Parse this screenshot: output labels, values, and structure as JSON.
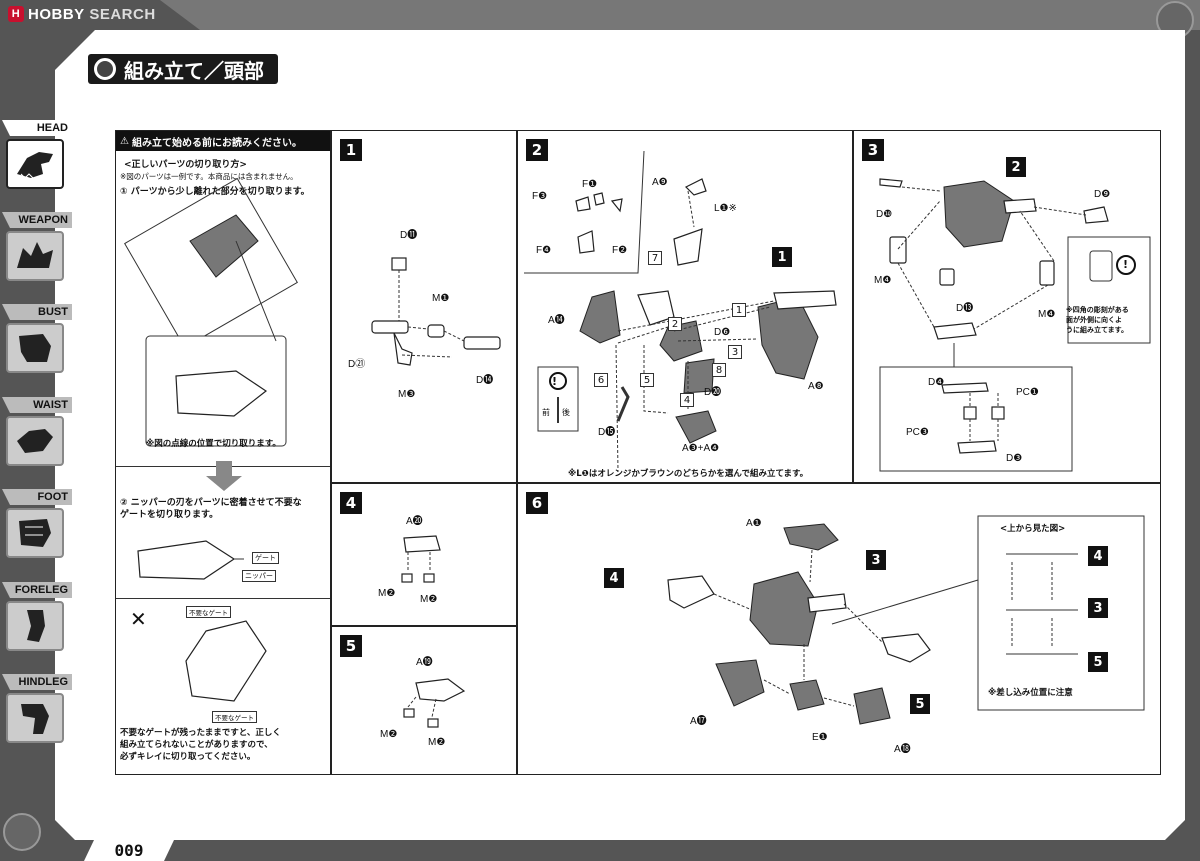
{
  "site_logo": {
    "mark": "H",
    "text_a": "HOBBY",
    "text_b": " SEARCH"
  },
  "title": "組み立て／頭部",
  "page_number": "009",
  "side_tabs": [
    {
      "label": "HEAD",
      "active": true
    },
    {
      "label": "WEAPON",
      "active": false
    },
    {
      "label": "BUST",
      "active": false
    },
    {
      "label": "WAIST",
      "active": false
    },
    {
      "label": "FOOT",
      "active": false
    },
    {
      "label": "FORELEG",
      "active": false
    },
    {
      "label": "HINDLEG",
      "active": false
    }
  ],
  "notes": {
    "header": "組み立て始める前にお読みください。",
    "subtitle": "<正しいパーツの切り取り方>",
    "disclaimer": "※図のパーツは一例です。本商品には含まれません。",
    "step1": "① パーツから少し離れた部分を切り取ります。",
    "dotted_note": "※図の点線の位置で切り取ります。",
    "step2": "② ニッパーの刃をパーツに密着させて不要な\nゲートを切り取ります。",
    "gate_label": "ゲート",
    "nipper_label": "ニッパー",
    "wrong_mark": "✕",
    "unneeded_gate": "不要なゲート",
    "warning": "不要なゲートが残ったままですと、正しく\n組み立てられないことがありますので、\n必ずキレイに切り取ってください。"
  },
  "steps": {
    "s1": {
      "num": "1",
      "parts": [
        "D⓫",
        "M❶",
        "D㉑",
        "M❸",
        "D⓮"
      ]
    },
    "s2": {
      "num": "2",
      "parts": [
        "A❾",
        "L❶※",
        "F❸",
        "F❶",
        "F❹",
        "F❷",
        "A⓮",
        "D❻",
        "D⓴",
        "A❽",
        "D⓯",
        "A❸+A❹"
      ],
      "seq": [
        "1",
        "2",
        "3",
        "4",
        "5",
        "6",
        "7",
        "8"
      ],
      "ref": "1",
      "note": "※L❶はオレンジかブラウンのどちらかを選んで組み立てます。",
      "front": "前",
      "back": "後"
    },
    "s3": {
      "num": "3",
      "ref": "2",
      "parts": [
        "D❾",
        "D❿",
        "M❹",
        "D⓭",
        "M❹",
        "D❹",
        "PC❶",
        "PC❸",
        "D❸"
      ],
      "note": "※四角の彫刻がある\n面が外側に向くよ\nうに組み立てます。"
    },
    "s4": {
      "num": "4",
      "parts": [
        "A⓴",
        "M❷",
        "M❷"
      ]
    },
    "s5": {
      "num": "5",
      "parts": [
        "A⓳",
        "M❷",
        "M❷"
      ]
    },
    "s6": {
      "num": "6",
      "parts": [
        "A❶",
        "A⓱",
        "E❶",
        "A⓲"
      ],
      "refs": [
        "4",
        "3",
        "5"
      ],
      "topview_title": "<上から見た図>",
      "topview_refs": [
        "4",
        "3",
        "5"
      ],
      "topview_note": "※差し込み位置に注意"
    }
  }
}
